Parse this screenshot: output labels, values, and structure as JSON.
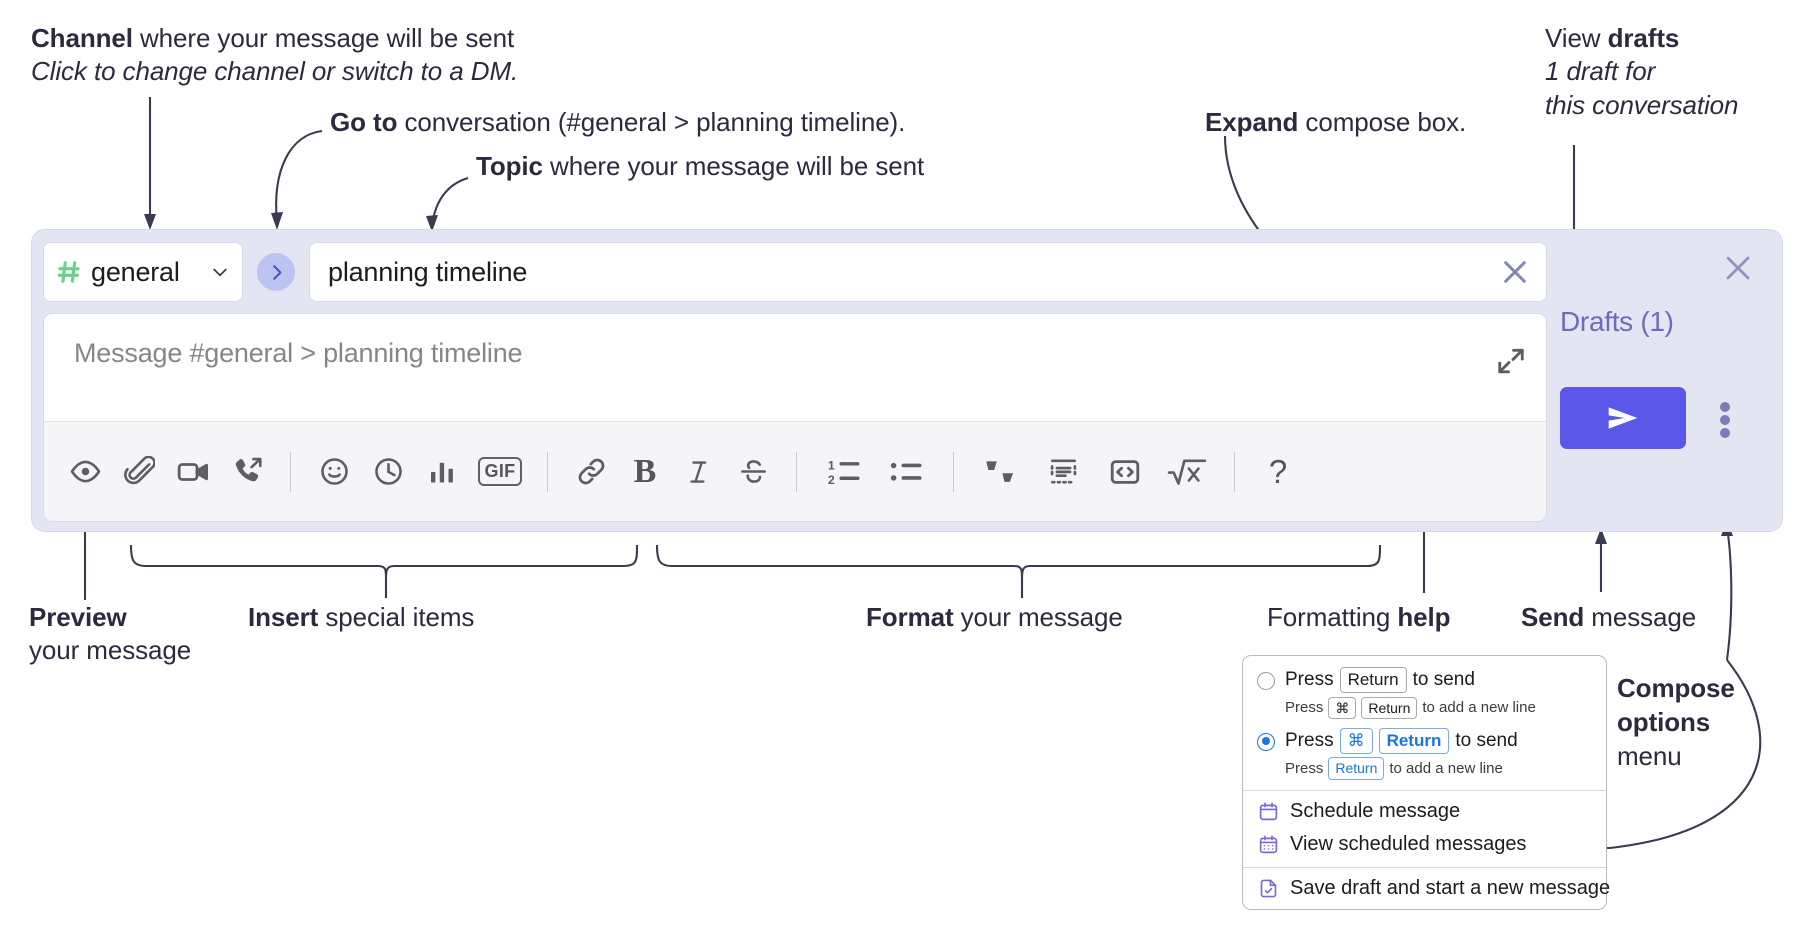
{
  "annotations": {
    "channel": {
      "bold": "Channel",
      "rest": " where your message will be sent",
      "italic": "Click to change channel or switch to a DM."
    },
    "goto": {
      "bold": "Go to",
      "rest": " conversation (#general > planning timeline)."
    },
    "topic": {
      "bold": "Topic",
      "rest": " where your message will be sent"
    },
    "expand": {
      "bold": "Expand",
      "rest": " compose box."
    },
    "drafts": {
      "pre": "View ",
      "bold": "drafts",
      "italic1": "1 draft for",
      "italic2": "this conversation"
    },
    "preview": {
      "bold": "Preview",
      "line2": "your message"
    },
    "insert": {
      "bold": "Insert",
      "rest": " special items"
    },
    "format": {
      "bold": "Format",
      "rest": " your message"
    },
    "help": {
      "pre": "Formatting ",
      "bold": "help"
    },
    "send": {
      "bold": "Send",
      "rest": " message"
    },
    "compose_options": {
      "line1": "Compose",
      "line2": "options",
      "line3": "menu"
    }
  },
  "compose": {
    "channel": {
      "name": "general",
      "hash_icon": "hash-icon",
      "chevron_icon": "chevron-down-icon"
    },
    "goto_button": {
      "icon": "chevron-right-icon"
    },
    "topic": {
      "value": "planning timeline",
      "clear_icon": "close-icon"
    },
    "message": {
      "placeholder": "Message #general > planning timeline",
      "expand_icon": "expand-icon"
    },
    "toolbar": [
      {
        "name": "preview-button",
        "icon": "eye-icon"
      },
      {
        "name": "attach-button",
        "icon": "paperclip-icon"
      },
      {
        "name": "video-button",
        "icon": "video-camera-icon"
      },
      {
        "name": "call-button",
        "icon": "phone-forward-icon"
      },
      {
        "name": "separator-1",
        "icon": "separator"
      },
      {
        "name": "emoji-button",
        "icon": "smiley-icon"
      },
      {
        "name": "reminder-button",
        "icon": "clock-icon"
      },
      {
        "name": "poll-button",
        "icon": "bar-chart-icon"
      },
      {
        "name": "gif-button",
        "icon": "gif-icon",
        "label": "GIF"
      },
      {
        "name": "separator-2",
        "icon": "separator"
      },
      {
        "name": "link-button",
        "icon": "link-icon"
      },
      {
        "name": "bold-button",
        "icon": "bold-icon",
        "label": "B"
      },
      {
        "name": "italic-button",
        "icon": "italic-icon",
        "label": "I"
      },
      {
        "name": "strikethrough-button",
        "icon": "strikethrough-icon"
      },
      {
        "name": "separator-3",
        "icon": "separator"
      },
      {
        "name": "ordered-list-button",
        "icon": "ordered-list-icon"
      },
      {
        "name": "bulleted-list-button",
        "icon": "bulleted-list-icon"
      },
      {
        "name": "separator-4",
        "icon": "separator"
      },
      {
        "name": "blockquote-button",
        "icon": "quote-icon"
      },
      {
        "name": "code-block-button",
        "icon": "code-block-icon"
      },
      {
        "name": "code-button",
        "icon": "code-icon"
      },
      {
        "name": "math-button",
        "icon": "square-root-icon"
      },
      {
        "name": "separator-5",
        "icon": "separator"
      },
      {
        "name": "formatting-help-button",
        "icon": "question-mark-icon",
        "label": "?"
      }
    ]
  },
  "rail": {
    "close_icon": "close-icon",
    "drafts_label": "Drafts (1)",
    "send_icon": "send-arrow-icon",
    "kebab_icon": "kebab-menu-icon"
  },
  "menu": {
    "options": [
      {
        "selected": false,
        "main": [
          {
            "type": "text",
            "text": "Press"
          },
          {
            "type": "kbd",
            "text": "Return",
            "blue": false,
            "bold": false
          },
          {
            "type": "text",
            "text": "to send"
          }
        ],
        "sub": [
          {
            "type": "text",
            "text": "Press"
          },
          {
            "type": "kbd",
            "text": "⌘",
            "blue": false,
            "bold": false
          },
          {
            "type": "kbd",
            "text": "Return",
            "blue": false,
            "bold": false
          },
          {
            "type": "text",
            "text": "to add a new line"
          }
        ]
      },
      {
        "selected": true,
        "main": [
          {
            "type": "text",
            "text": "Press"
          },
          {
            "type": "kbd",
            "text": "⌘",
            "blue": true,
            "bold": false
          },
          {
            "type": "kbd",
            "text": "Return",
            "blue": true,
            "bold": true
          },
          {
            "type": "text",
            "text": "to send"
          }
        ],
        "sub": [
          {
            "type": "text",
            "text": "Press"
          },
          {
            "type": "kbd",
            "text": "Return",
            "blue": true,
            "bold": false
          },
          {
            "type": "text",
            "text": "to add a new line"
          }
        ]
      }
    ],
    "items": [
      {
        "label": "Schedule message",
        "icon": "calendar-icon",
        "name": "menu-item-schedule-message"
      },
      {
        "label": "View scheduled messages",
        "icon": "calendar-grid-icon",
        "name": "menu-item-view-scheduled-messages"
      },
      {
        "label": "Save draft and start a new message",
        "icon": "document-check-icon",
        "name": "menu-item-save-draft"
      }
    ]
  },
  "colors": {
    "compose_bg": "#e3e5f3",
    "send_button": "#5b57e8",
    "hash_green": "#6fd08c",
    "drafts_text": "#6b6bc0",
    "goto_circle": "#bcc4f2",
    "accent_blue": "#1a73e8",
    "annotation_text": "#2b2b40"
  }
}
